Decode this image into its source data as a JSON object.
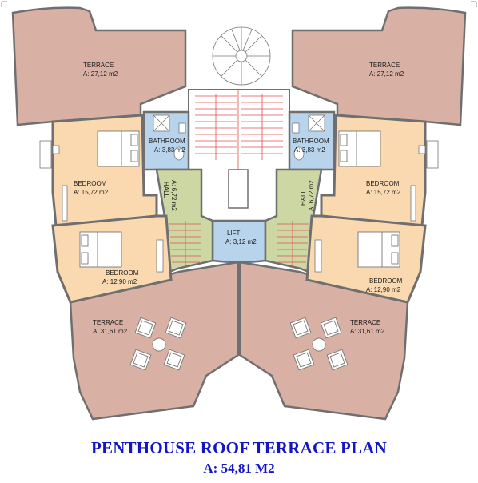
{
  "colors": {
    "terrace": "#d8b0a4",
    "bedroom": "#fbd9b0",
    "bathroom": "#b8d4ec",
    "hall": "#cdd7a4",
    "lift": "#b8d4ec",
    "stair_lines": "#e05050",
    "wall": "#6f6f6f",
    "title": "#1515c8"
  },
  "rooms": {
    "terrace_top_left": {
      "name": "TERRACE",
      "area": "A: 27,12 m2"
    },
    "terrace_top_right": {
      "name": "TERRACE",
      "area": "A: 27,12 m2"
    },
    "bathroom_left": {
      "name": "BATHROOM",
      "area": "A: 3,83 m2"
    },
    "bathroom_right": {
      "name": "BATHROOM",
      "area": "A: 3,83 m2"
    },
    "bedroom_upper_left": {
      "name": "BEDROOM",
      "area": "A: 15,72 m2"
    },
    "bedroom_upper_right": {
      "name": "BEDROOM",
      "area": "A: 15,72 m2"
    },
    "hall_left": {
      "name": "HALL",
      "area": "A: 6,72 m2"
    },
    "hall_right": {
      "name": "HALL",
      "area": "A: 6,72 m2"
    },
    "lift": {
      "name": "LIFT",
      "area": "A: 3,12 m2"
    },
    "bedroom_lower_left": {
      "name": "BEDROOM",
      "area": "A: 12,90 m2"
    },
    "bedroom_lower_right": {
      "name": "BEDROOM",
      "area": "A: 12,90 m2"
    },
    "terrace_bottom_left": {
      "name": "TERRACE",
      "area": "A: 31,61 m2"
    },
    "terrace_bottom_right": {
      "name": "TERRACE",
      "area": "A: 31,61 m2"
    }
  },
  "icons": [
    "spiral-stair-icon",
    "bed-icon",
    "desk-icon",
    "shower-icon",
    "toilet-icon",
    "armchair-icon",
    "round-table-icon",
    "staircase-icon"
  ],
  "title": {
    "line1": "PENTHOUSE ROOF TERRACE PLAN",
    "line2": "A: 54,81 M2"
  }
}
